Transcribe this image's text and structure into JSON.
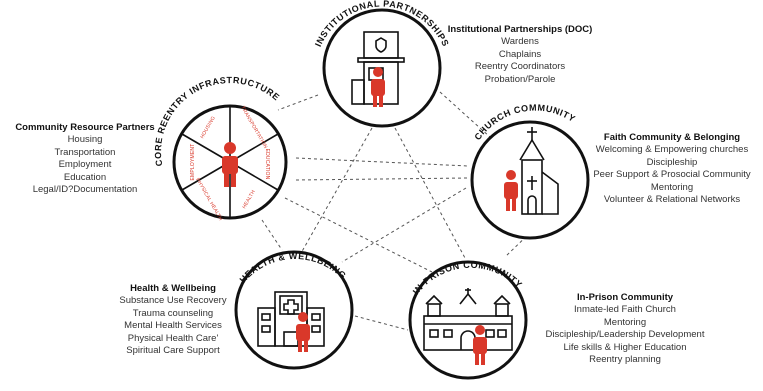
{
  "colors": {
    "accent": "#d9382a",
    "ink": "#111111",
    "connector": "#555555"
  },
  "nodes": {
    "institutional": {
      "ring_label": "INSTITUTIONAL PARTNERSHIPS",
      "icon": "guard-tower-icon",
      "heading": "Institutional Partnerships (DOC)",
      "items": [
        "Wardens",
        "Chaplains",
        "Reentry Coordinators",
        "Probation/Parole"
      ]
    },
    "church": {
      "ring_label": "CHURCH COMMUNITY",
      "icon": "church-icon",
      "heading": "Faith Community & Belonging",
      "items": [
        "Welcoming & Empowering churches",
        "Discipleship",
        "Peer Support & Prosocial Community",
        "Mentoring",
        "Volunteer & Relational Networks"
      ]
    },
    "core": {
      "ring_label": "CORE REENTRY INFRASTRUCTURE",
      "icon": "person-icon",
      "segments": [
        "HOUSING",
        "TRANSPORTATION",
        "EDUCATION",
        "HEALTH",
        "PHYSICAL HEALTH",
        "EMPLOYMENT"
      ],
      "heading": "Community Resource Partners",
      "items": [
        "Housing",
        "Transportation",
        "Employment",
        "Education",
        "Legal/ID?Documentation"
      ]
    },
    "health": {
      "ring_label": "HEALTH & WELLBEING",
      "icon": "hospital-icon",
      "heading": "Health & Wellbeing",
      "items": [
        "Substance Use Recovery",
        "Trauma counseling",
        "Mental Health Services",
        "Physical Health Care'",
        "Spiritual Care Support"
      ]
    },
    "prison": {
      "ring_label": "IN-PRISON COMMUNITY",
      "icon": "prison-building-icon",
      "heading": "In-Prison Community",
      "items": [
        "Inmate-led Faith Church",
        "Mentoring",
        "Discipleship/Leadership Development",
        "Life skills & Higher Education",
        "Reentry planning"
      ]
    }
  }
}
